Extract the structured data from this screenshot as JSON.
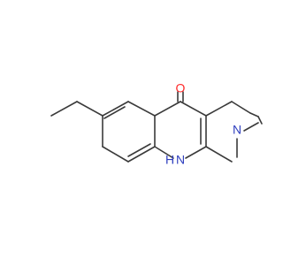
{
  "molecule": {
    "colors": {
      "bond": "#3a3a3a",
      "oxygen": "#ff2a2a",
      "nitrogen": "#2f3fbf"
    },
    "labels": {
      "hydroxyl_o": "O",
      "hydroxyl_h": "H",
      "amine_n": "N",
      "ring_nh_h": "H",
      "ring_nh_n": "N"
    }
  }
}
